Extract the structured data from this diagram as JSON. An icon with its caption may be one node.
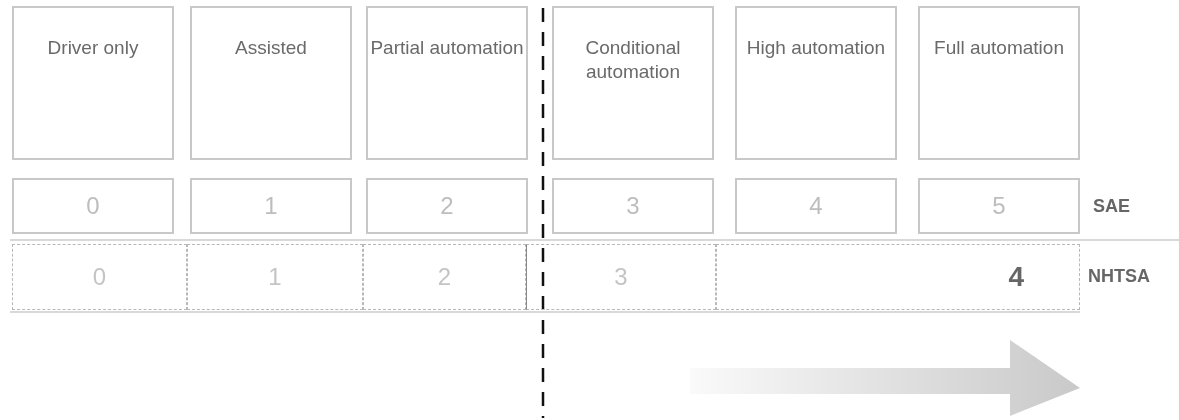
{
  "diagram": {
    "nodes": [
      {
        "text": [
          "Driver only"
        ]
      },
      {
        "text": [
          "Assisted"
        ]
      },
      {
        "text": [
          "Partial automation"
        ]
      },
      {
        "text": [
          "Conditional automation"
        ]
      },
      {
        "text": [
          "High automation"
        ]
      },
      {
        "text": [
          "Full automation"
        ]
      },
      {
        "text": [
          "0"
        ]
      },
      {
        "text": [
          "1"
        ]
      },
      {
        "text": [
          "2"
        ]
      },
      {
        "text": [
          "3"
        ]
      },
      {
        "text": [
          "4"
        ]
      },
      {
        "text": [
          "5"
        ]
      },
      {
        "text": [
          "0"
        ]
      },
      {
        "text": [
          "1"
        ]
      },
      {
        "text": [
          "2"
        ]
      },
      {
        "text": [
          "3"
        ]
      },
      {
        "text": [
          "4"
        ]
      }
    ],
    "edges": [],
    "labels": [
      "SAE",
      "NHTSA"
    ]
  }
}
